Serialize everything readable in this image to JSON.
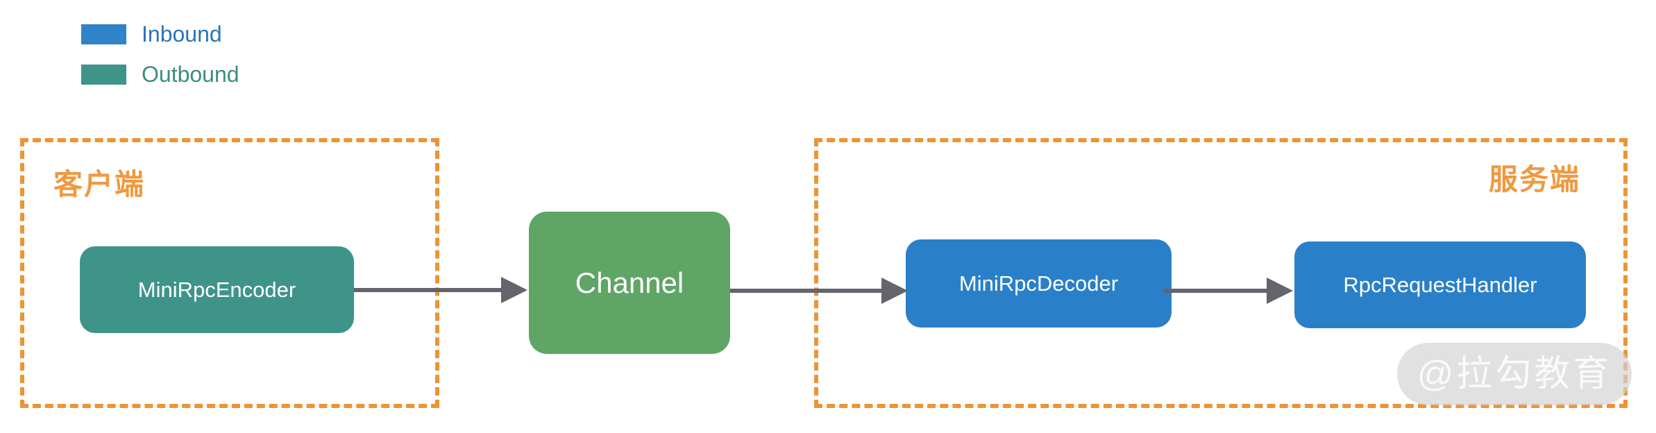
{
  "legend": {
    "items": [
      {
        "label": "Inbound",
        "color": "#2E83C9",
        "text_color": "#2B74B8"
      },
      {
        "label": "Outbound",
        "color": "#3E9489",
        "text_color": "#3B8D80"
      }
    ]
  },
  "groups": {
    "client": {
      "label": "客户端"
    },
    "server": {
      "label": "服务端"
    }
  },
  "nodes": {
    "encoder": {
      "label": "MiniRpcEncoder",
      "direction": "outbound",
      "color": "#3F948A"
    },
    "channel": {
      "label": "Channel",
      "direction": "none",
      "color": "#5FA565"
    },
    "decoder": {
      "label": "MiniRpcDecoder",
      "direction": "inbound",
      "color": "#2A80C8"
    },
    "handler": {
      "label": "RpcRequestHandler",
      "direction": "inbound",
      "color": "#2A80C8"
    }
  },
  "connections": [
    {
      "from": "MiniRpcEncoder",
      "to": "Channel"
    },
    {
      "from": "Channel",
      "to": "MiniRpcDecoder"
    },
    {
      "from": "MiniRpcDecoder",
      "to": "RpcRequestHandler"
    }
  ],
  "watermark": {
    "text": "@拉勾教育"
  },
  "colors": {
    "dashed_border_orange": "#ED9434",
    "group_label_orange": "#F0993F",
    "arrow_gray": "#64646C",
    "watermark_gray": "#D3D3D3"
  }
}
